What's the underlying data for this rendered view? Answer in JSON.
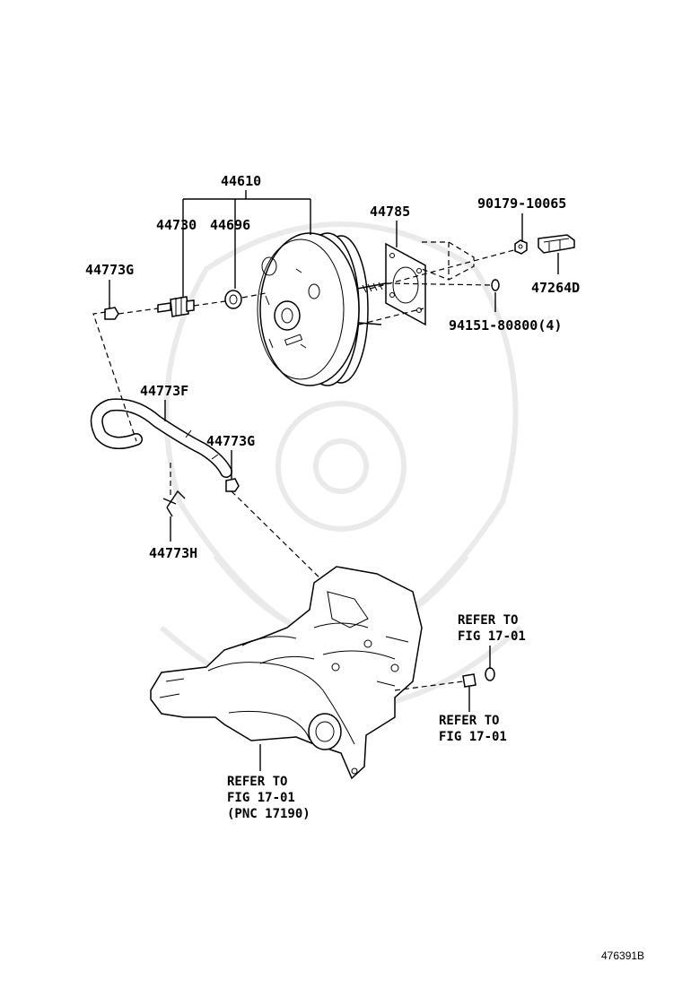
{
  "labels": {
    "booster_assembly": "44610",
    "check_valve": "44730",
    "grommet": "44696",
    "gasket": "44785",
    "nut_upper": "90179-10065",
    "bracket": "47264D",
    "nut_lower": "94151-80800(4)",
    "clip_top": "44773G",
    "hose": "44773F",
    "clip_bottom": "44773G",
    "clamp": "44773H"
  },
  "references": {
    "right_upper": [
      "REFER TO",
      "FIG 17-01"
    ],
    "right_lower": [
      "REFER TO",
      "FIG 17-01"
    ],
    "bottom": [
      "REFER TO",
      "FIG 17-01",
      "(PNC 17190)"
    ]
  },
  "figure_id": "476391B"
}
